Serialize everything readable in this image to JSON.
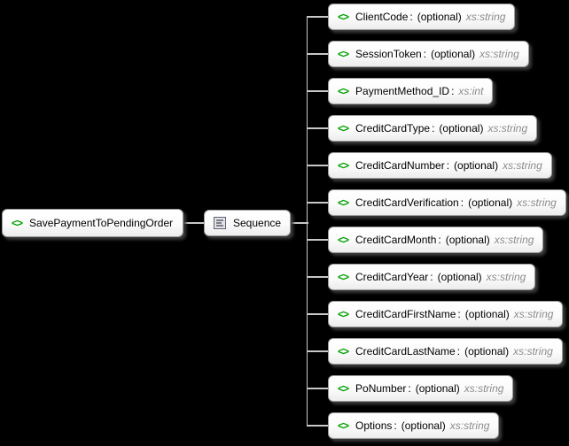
{
  "diagram": {
    "root": {
      "name": "SavePaymentToPendingOrder"
    },
    "sequence": {
      "label": "Sequence"
    },
    "children": [
      {
        "name": "ClientCode",
        "optional": true,
        "type": "xs:string"
      },
      {
        "name": "SessionToken",
        "optional": true,
        "type": "xs:string"
      },
      {
        "name": "PaymentMethod_ID",
        "optional": false,
        "type": "xs:int"
      },
      {
        "name": "CreditCardType",
        "optional": true,
        "type": "xs:string"
      },
      {
        "name": "CreditCardNumber",
        "optional": true,
        "type": "xs:string"
      },
      {
        "name": "CreditCardVerification",
        "optional": true,
        "type": "xs:string"
      },
      {
        "name": "CreditCardMonth",
        "optional": true,
        "type": "xs:string"
      },
      {
        "name": "CreditCardYear",
        "optional": true,
        "type": "xs:string"
      },
      {
        "name": "CreditCardFirstName",
        "optional": true,
        "type": "xs:string"
      },
      {
        "name": "CreditCardLastName",
        "optional": true,
        "type": "xs:string"
      },
      {
        "name": "PoNumber",
        "optional": true,
        "type": "xs:string"
      },
      {
        "name": "Options",
        "optional": true,
        "type": "xs:string"
      }
    ],
    "labels": {
      "optional": "(optional)",
      "separator": ":"
    },
    "icons": {
      "element_glyph": "<>",
      "sequence_icon": "list-lines"
    },
    "colors": {
      "background": "#000000",
      "node_border": "#9b9b9b",
      "connector": "#c8c8c8",
      "element_green": "#00a000",
      "type_text": "#8b8b8b"
    }
  }
}
